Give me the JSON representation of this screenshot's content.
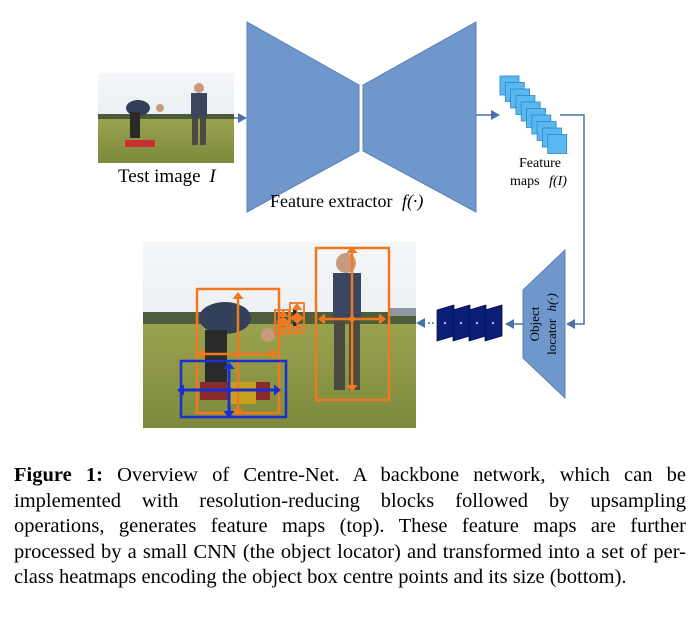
{
  "figure": {
    "test_image_label": "Test image",
    "test_image_symbol": "I",
    "feature_extractor_label": "Feature extractor",
    "feature_extractor_symbol": "f(·)",
    "feature_maps_label_line1": "Feature",
    "feature_maps_label_line2": "maps",
    "feature_maps_symbol": "f(I)",
    "object_locator_line1": "Object",
    "object_locator_line2": "locator",
    "object_locator_symbol": "h(·)",
    "colors": {
      "network": "#6f97cc",
      "network_edge": "#5b82b8",
      "feature_map": "#5ab8f0",
      "heatmap": "#0a1e78",
      "arrow": "#4a72a8",
      "box_orange": "#f07820",
      "box_blue": "#1a2fd0"
    }
  },
  "caption": {
    "label": "Figure 1:",
    "text": "Overview of Centre-Net. A backbone network, which can be implemented with resolution-reducing blocks followed by upsampling operations, generates feature maps (top). These feature maps are further processed by a small CNN (the object locator) and transformed into a set of per-class heatmaps encoding the object box centre points and its size (bottom)."
  }
}
